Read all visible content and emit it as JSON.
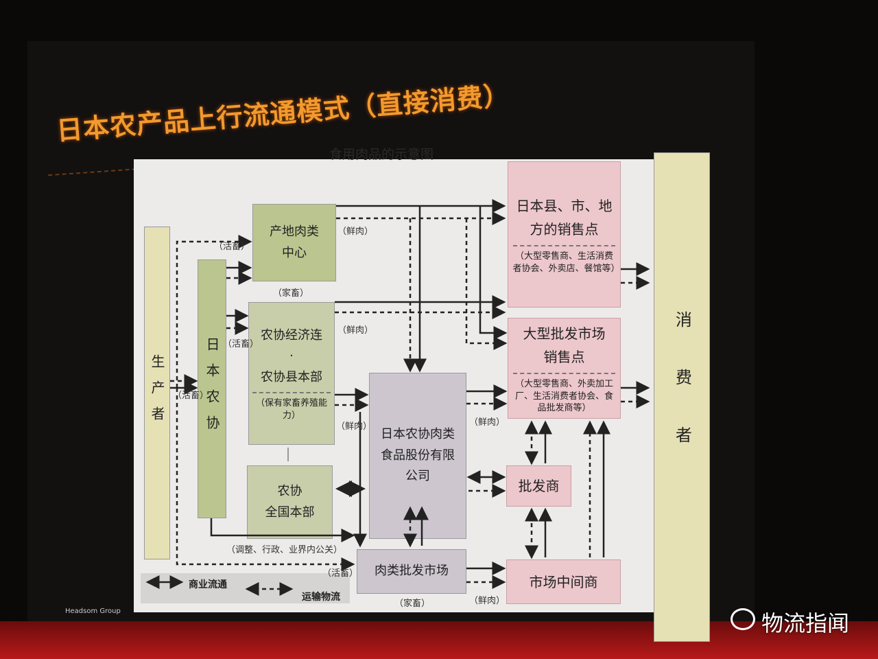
{
  "slide": {
    "title": "日本农产品上行流通模式（直接消费）",
    "brand": "Headsom Group"
  },
  "diagram": {
    "subtitle": "食用肉品的示意图",
    "nodes": {
      "producer": "生产者",
      "ja": "日本农协",
      "origin_center": "产地肉类中心",
      "ja_econ_1": "农协经济连",
      "ja_econ_dot": "·",
      "ja_econ_2": "农协县本部",
      "ja_econ_note": "（保有家畜养殖能力）",
      "ja_national_1": "农协",
      "ja_national_2": "全国本部",
      "ja_meat_co": "日本农协肉类食品股份有限公司",
      "meat_market": "肉类批发市场",
      "local_sales_1": "日本县、市、地",
      "local_sales_2": "方的销售点",
      "local_sales_note": "（大型零售商、生活消费者协会、外卖店、餐馆等）",
      "wholesale_sales_1": "大型批发市场",
      "wholesale_sales_2": "销售点",
      "wholesale_sales_note": "（大型零售商、外卖加工厂、生活消费者协会、食品批发商等）",
      "wholesaler": "批发商",
      "middleman": "市场中间商",
      "consumer": "消费者"
    },
    "labels": {
      "live_1": "（活畜）",
      "fresh_1": "（鲜肉）",
      "livestock_1": "（家畜）",
      "live_2": "（活畜）",
      "fresh_2": "（鲜肉）",
      "live_3": "（活畜）",
      "fresh_3": "（鲜肉）",
      "fresh_4": "（鲜肉）",
      "coordination": "（调整、行政、业界内公关）",
      "live_4": "（活畜）",
      "livestock_2": "（家畜）",
      "fresh_5": "（鲜肉）"
    },
    "legend": {
      "commercial": "商业流通",
      "logistics": "运输物流"
    }
  },
  "watermark": {
    "text": "物流指闻",
    "icon": "wechat-icon"
  },
  "colors": {
    "title": "#f29a2e",
    "green_box": "#bbc58f",
    "pink_box": "#ecc7cc",
    "purple_box": "#cdc6cf",
    "beige_box": "#e6e1b5"
  }
}
